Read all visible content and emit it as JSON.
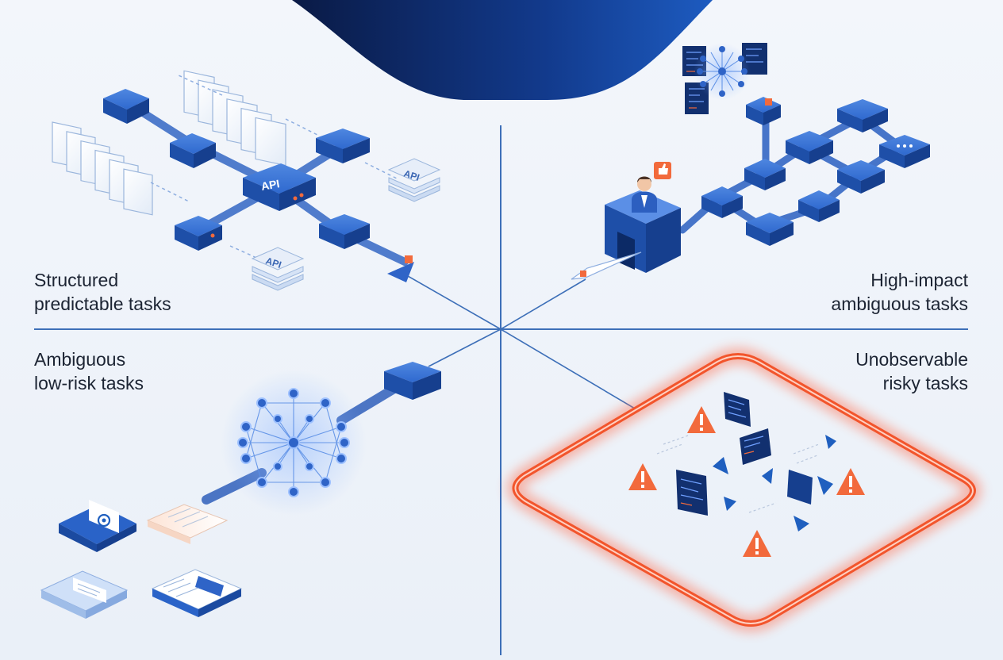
{
  "quadrants": {
    "top_left": {
      "line1": "Structured",
      "line2": "predictable tasks"
    },
    "top_right": {
      "line1": "High-impact",
      "line2": "ambiguous tasks"
    },
    "bottom_left": {
      "line1": "Ambiguous",
      "line2": "low-risk tasks"
    },
    "bottom_right": {
      "line1": "Unobservable",
      "line2": "risky tasks"
    }
  },
  "api_labels": {
    "hub": "API",
    "stack_top": "API",
    "stack_bottom": "API"
  },
  "icons": {
    "documents": "document-stack-icon",
    "api_hub": "api-hub-icon",
    "neural_net": "neural-network-icon",
    "person": "person-icon",
    "thumbs_up": "thumbs-up-icon",
    "warning": "warning-icon",
    "email": "email-icon",
    "envelope": "envelope-icon"
  },
  "colors": {
    "accent_blue": "#1f5fbf",
    "dark_navy": "#0c1d4a",
    "line": "#3d6fb8",
    "alert": "#f2552c",
    "warning_orange": "#f26a3c"
  }
}
